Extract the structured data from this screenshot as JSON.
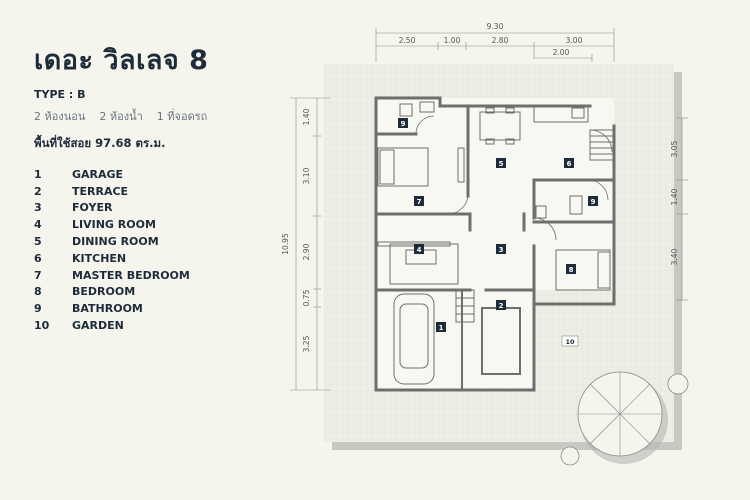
{
  "title": "เดอะ วิลเลจ 8",
  "type_label": "TYPE : B",
  "rooms_summary": [
    "2 ห้องนอน",
    "2 ห้องน้ำ",
    "1 ที่จอดรถ"
  ],
  "area_label": "พื้นที่ใช้สอย 97.68 ตร.ม.",
  "legend": [
    {
      "num": "1",
      "name": "GARAGE"
    },
    {
      "num": "2",
      "name": "TERRACE"
    },
    {
      "num": "3",
      "name": "FOYER"
    },
    {
      "num": "4",
      "name": "LIVING ROOM"
    },
    {
      "num": "5",
      "name": "DINING ROOM"
    },
    {
      "num": "6",
      "name": "KITCHEN"
    },
    {
      "num": "7",
      "name": "MASTER BEDROOM"
    },
    {
      "num": "8",
      "name": "BEDROOM"
    },
    {
      "num": "9",
      "name": "BATHROOM"
    },
    {
      "num": "10",
      "name": "GARDEN"
    }
  ],
  "dimensions": {
    "total_width": "9.30",
    "top": [
      "2.50",
      "1.00",
      "2.80",
      "3.00"
    ],
    "top_inner": "2.00",
    "total_height": "10.95",
    "left": [
      "1.40",
      "3.10",
      "2.90",
      "0.75",
      "3.25"
    ],
    "right": [
      "3.05",
      "1.40",
      "3.40"
    ]
  },
  "room_tags": {
    "garage": "1",
    "terrace": "2",
    "foyer": "3",
    "living": "4",
    "dining": "5",
    "kitchen": "6",
    "master": "7",
    "bedroom": "8",
    "bath_top": "9",
    "bath_right": "9",
    "garden": "10"
  },
  "colors": {
    "wall": "#6e6e6e",
    "tag": "#1d2b3a",
    "plot": "#eeeee6",
    "shadow": "#c8c8c2",
    "dim": "#8a8a8a"
  }
}
